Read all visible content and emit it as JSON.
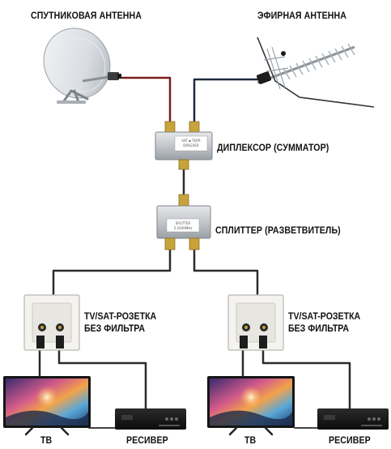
{
  "labels": {
    "satellite_antenna": "СПУТНИКОВАЯ АНТЕННА",
    "terrestrial_antenna": "ЭФИРНАЯ АНТЕННА",
    "diplexer": "ДИПЛЕКСОР (СУММАТОР)",
    "splitter": "СПЛИТТЕР (РАЗВЕТВИТЕЛЬ)",
    "socket_left_line1": "TV/SAT-РОЗЕТКА",
    "socket_left_line2": "БЕЗ ФИЛЬТРА",
    "socket_right_line1": "TV/SAT-РОЗЕТКА",
    "socket_right_line2": "БЕЗ ФИЛЬТРА",
    "tv_left": "ТВ",
    "receiver_left": "РЕСИВЕР",
    "tv_right": "ТВ",
    "receiver_right": "РЕСИВЕР"
  },
  "colors": {
    "satellite_cable": "#8b1a1a",
    "antenna_cable": "#1e2a44",
    "coax_cable": "#2b2b2b",
    "device_body": "#c9ccd0",
    "socket_frame": "#f2f2ee"
  },
  "icons": [
    "satellite-dish-icon",
    "yagi-antenna-icon",
    "diplexer-icon",
    "splitter-icon",
    "wall-socket-icon",
    "tv-icon",
    "set-top-receiver-icon"
  ]
}
